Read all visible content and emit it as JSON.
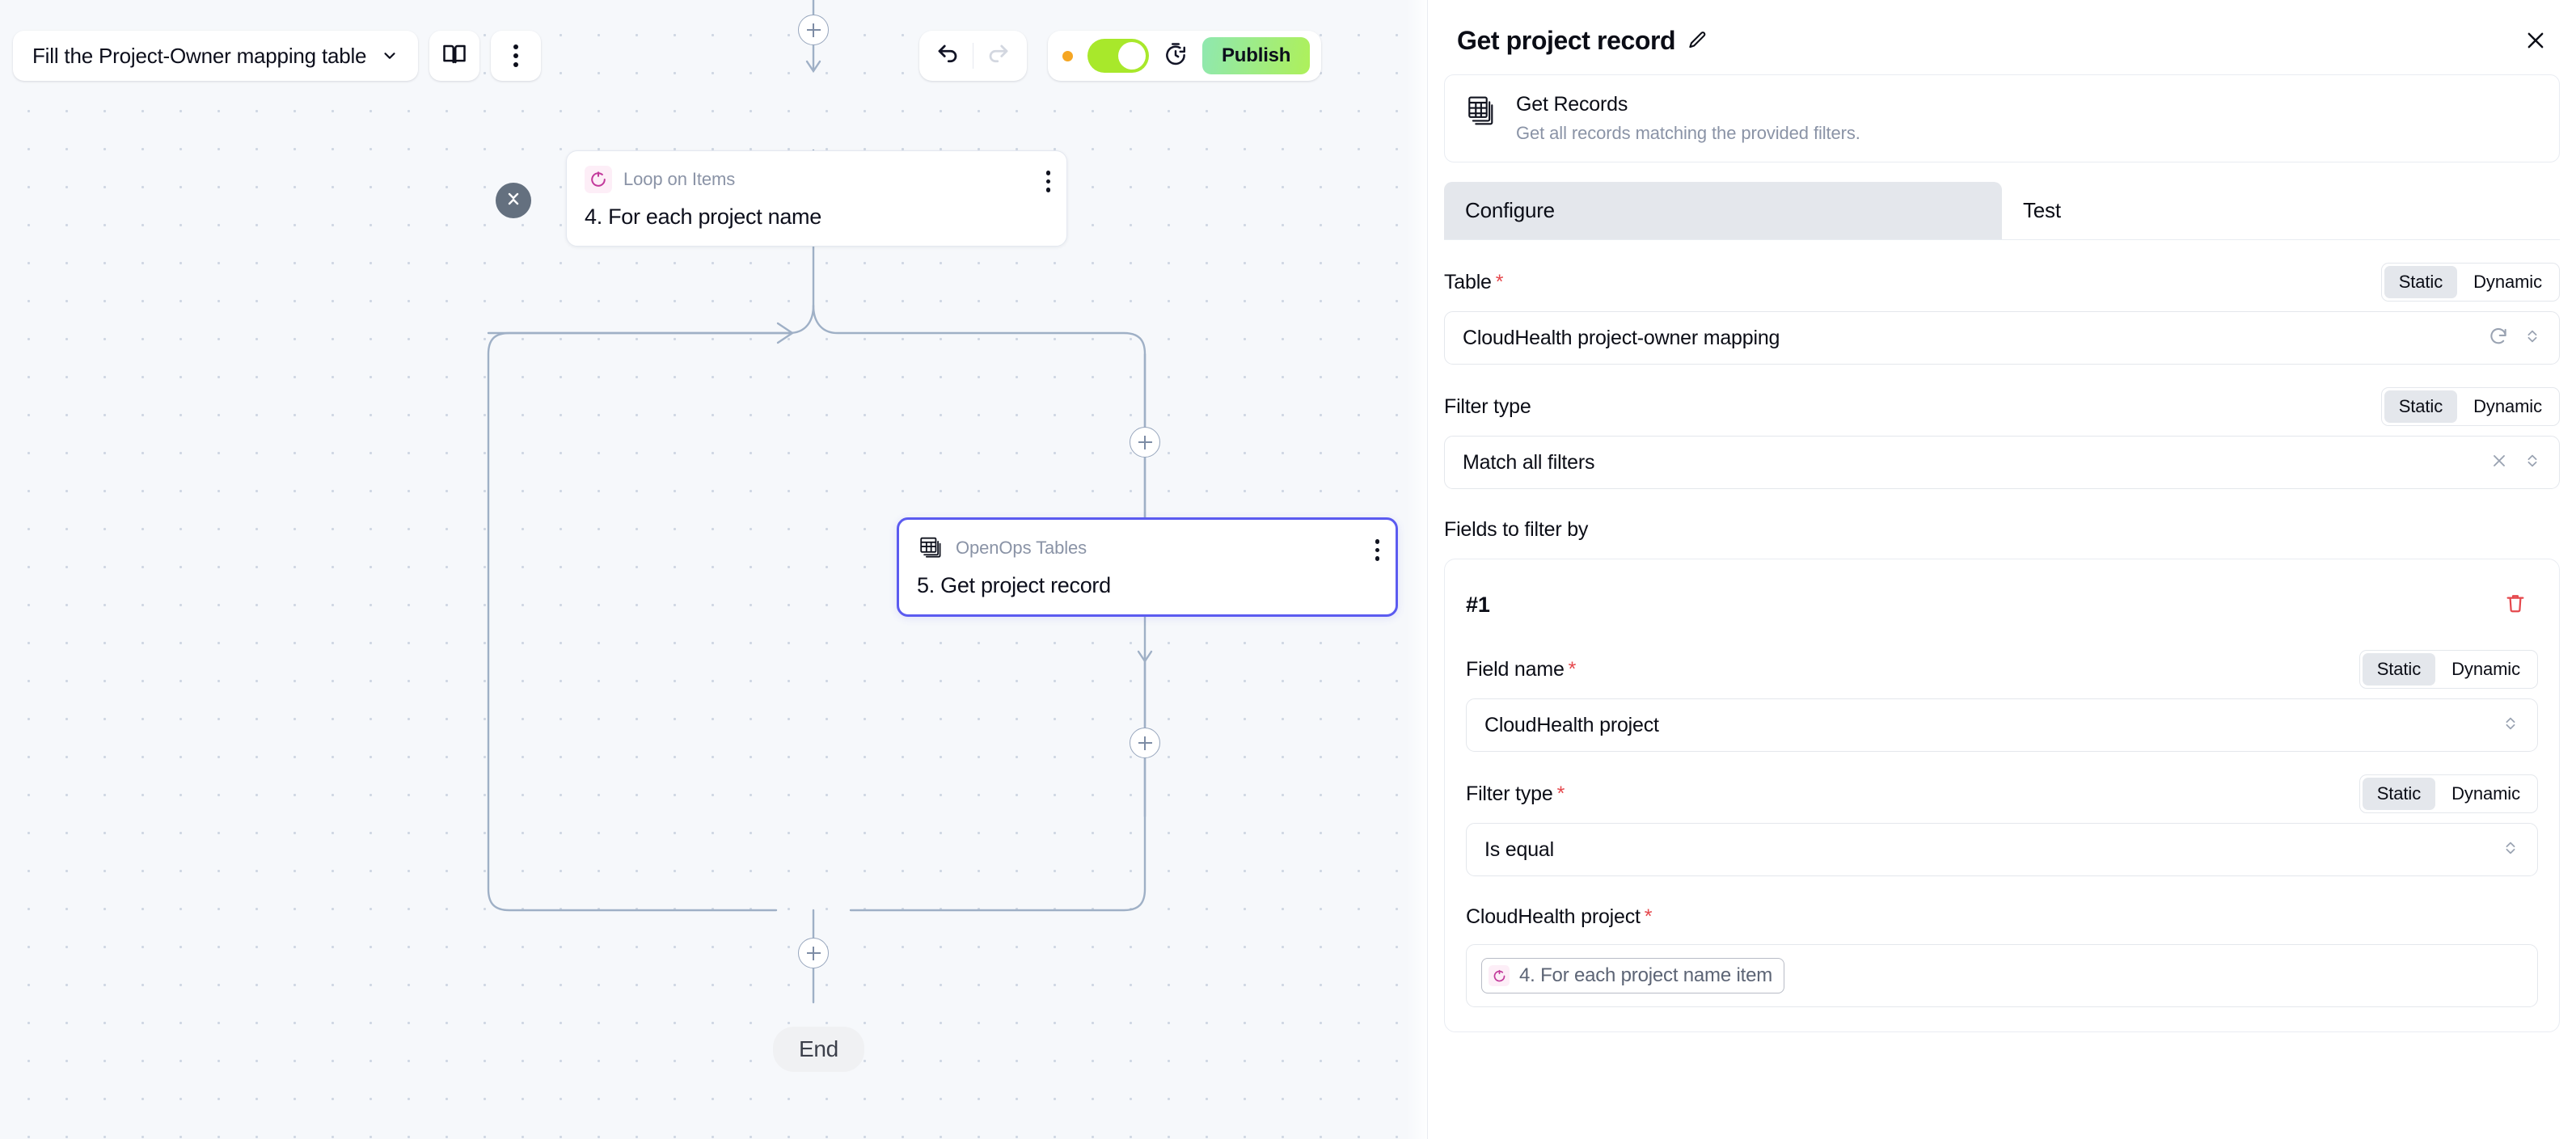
{
  "canvas": {
    "flow_title": "Fill the Project-Owner mapping table",
    "flow_title_chevron_icon": "chevron-down-icon",
    "docs_icon": "book-icon",
    "more_icon": "more-vertical-icon",
    "toolbar": {
      "undo_icon": "undo-icon",
      "redo_icon": "redo-icon",
      "status_dot_color": "#f5a623",
      "toggle_on": true,
      "toggle_color": "#a8e82b",
      "history_icon": "run-history-icon",
      "publish_label": "Publish",
      "publish_gradient_from": "#8fe8b0",
      "publish_gradient_to": "#aef05a"
    },
    "nodes": [
      {
        "piece": "Loop on Items",
        "name": "4. For each project name",
        "icon": "loop-icon",
        "selected": false,
        "kebab_icon": "more-vertical-icon",
        "collapse_icon": "collapse-icon"
      },
      {
        "piece": "OpenOps Tables",
        "name": "5. Get project record",
        "icon": "tables-icon",
        "selected": true,
        "selected_border_color": "#5b5bf0",
        "kebab_icon": "more-vertical-icon"
      }
    ],
    "add_step_icon": "plus-icon",
    "end_label": "End"
  },
  "panel": {
    "title": "Get project record",
    "edit_icon": "pencil-icon",
    "close_icon": "close-icon",
    "piece": {
      "icon": "tables-icon",
      "title": "Get Records",
      "description": "Get all records matching the provided filters."
    },
    "tabs": [
      {
        "label": "Configure",
        "active": true
      },
      {
        "label": "Test",
        "active": false
      }
    ],
    "fields": {
      "table": {
        "label": "Table",
        "required": true,
        "mode_options": [
          "Static",
          "Dynamic"
        ],
        "mode_selected": "Static",
        "value": "CloudHealth project-owner mapping",
        "adornments": [
          "refresh-icon",
          "chevron-updown-icon"
        ]
      },
      "filter_type": {
        "label": "Filter type",
        "required": false,
        "mode_options": [
          "Static",
          "Dynamic"
        ],
        "mode_selected": "Static",
        "value": "Match all filters",
        "adornments": [
          "clear-icon",
          "chevron-updown-icon"
        ]
      },
      "fields_to_filter_by": {
        "label": "Fields to filter by",
        "entries": [
          {
            "index_label": "#1",
            "delete_icon": "trash-icon",
            "delete_icon_color": "#e5484d",
            "field_name": {
              "label": "Field name",
              "required": true,
              "mode_options": [
                "Static",
                "Dynamic"
              ],
              "mode_selected": "Static",
              "value": "CloudHealth project",
              "adornments": [
                "chevron-updown-icon"
              ]
            },
            "filter_type": {
              "label": "Filter type",
              "required": true,
              "mode_options": [
                "Static",
                "Dynamic"
              ],
              "mode_selected": "Static",
              "value": "Is equal",
              "adornments": [
                "chevron-updown-icon"
              ]
            },
            "value_field": {
              "label": "CloudHealth project",
              "required": true,
              "chip": {
                "icon": "loop-icon",
                "text": "4. For each project name item"
              }
            }
          }
        ]
      }
    }
  }
}
